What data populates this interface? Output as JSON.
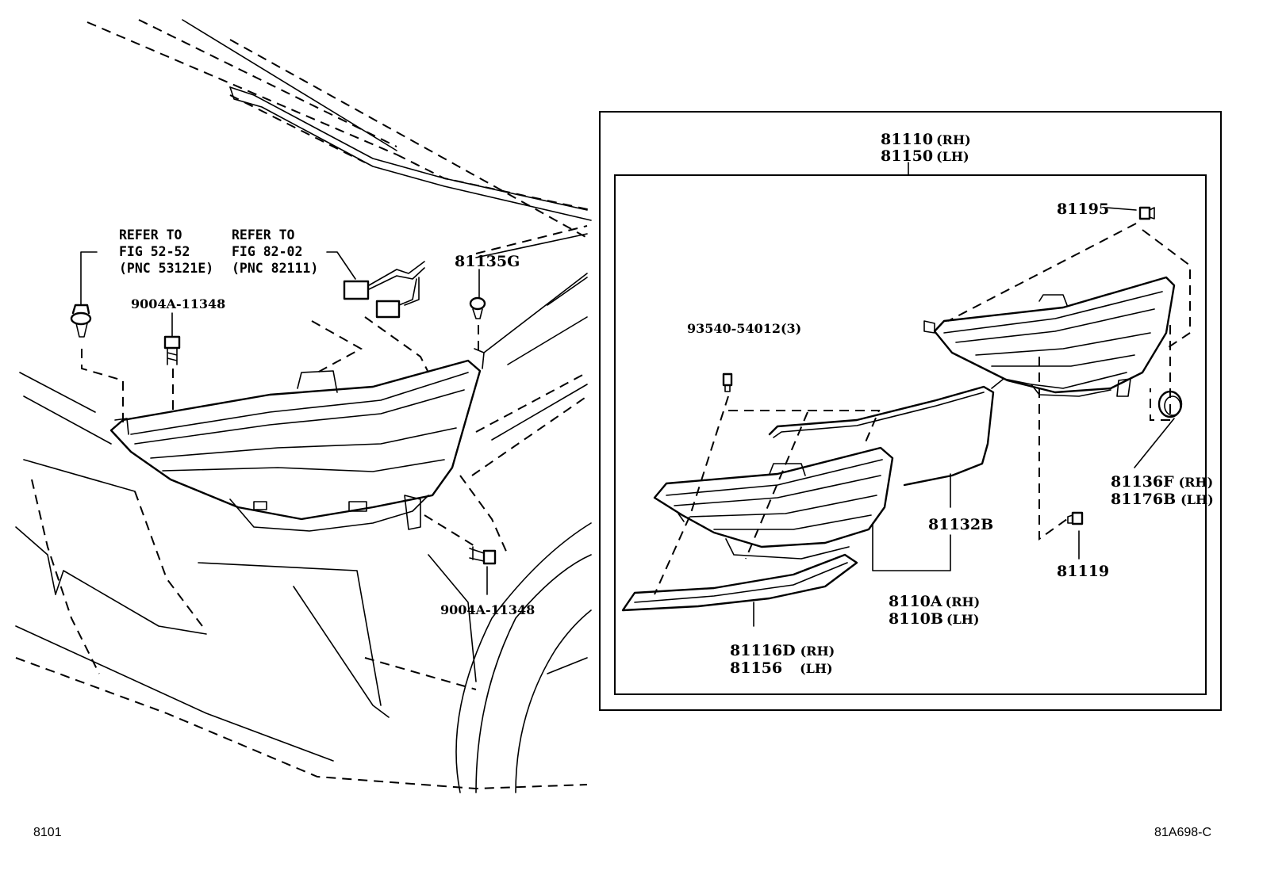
{
  "footer": {
    "figure_no": "8101",
    "illustration_id": "81A698-C"
  },
  "refs": {
    "ref1": [
      "REFER TO",
      "FIG 52-52",
      "(PNC 53121E)"
    ],
    "ref2": [
      "REFER TO",
      "FIG 82-02",
      "(PNC 82111)"
    ]
  },
  "callouts": {
    "c81135G": "81135G",
    "c9004A_top": "9004A-11348",
    "c9004A_bottom": "9004A-11348",
    "c81110": "81110",
    "c81110_side": "(RH)",
    "c81150": "81150",
    "c81150_side": "(LH)",
    "c81195": "81195",
    "c93540": "93540-54012(3)",
    "c81136F": "81136F",
    "c81136F_side": "(RH)",
    "c81176B": "81176B",
    "c81176B_side": "(LH)",
    "c81132B": "81132B",
    "c81119": "81119",
    "c8110A": "8110A",
    "c8110A_side": "(RH)",
    "c8110B": "8110B",
    "c8110B_side": "(LH)",
    "c81116D": "81116D",
    "c81116D_side": "(RH)",
    "c81156": "81156",
    "c81156_side": "(LH)"
  }
}
